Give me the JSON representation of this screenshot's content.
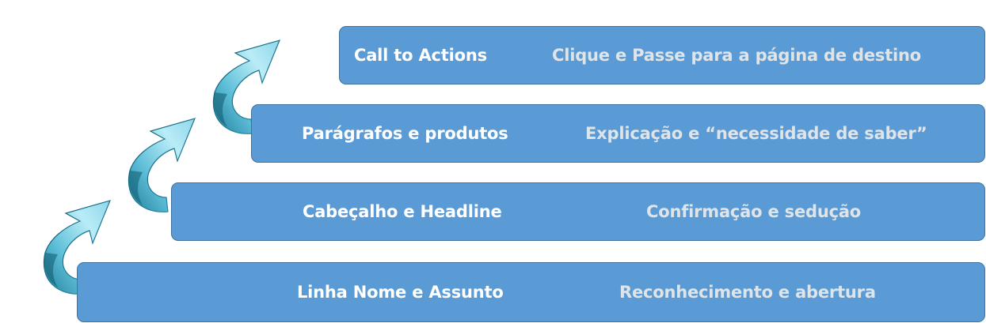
{
  "steps": [
    {
      "title": "Call to Actions",
      "description": "Clique e Passe para a página de destino"
    },
    {
      "title": "Parágrafos e produtos",
      "description": "Explicação e “necessidade de saber”"
    },
    {
      "title": "Cabeçalho e Headline",
      "description": "Confirmação e sedução"
    },
    {
      "title": "Linha Nome e Assunto",
      "description": "Reconhecimento e abertura"
    }
  ],
  "colors": {
    "box_fill": "#5b9bd5",
    "box_border": "#41719c",
    "title_text": "#ffffff",
    "description_text": "#dfe4e8",
    "arrow_light": "#b9ecf7",
    "arrow_mid": "#5fbfd9",
    "arrow_dark": "#1f7e99"
  },
  "icons": [
    "curved-arrow-icon"
  ]
}
